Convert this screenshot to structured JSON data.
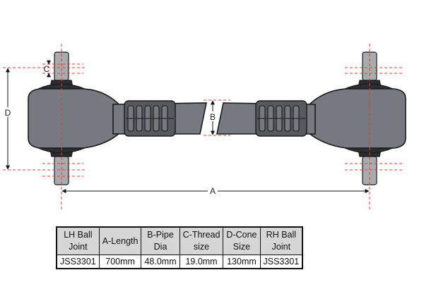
{
  "dimension_labels": {
    "a": "A",
    "b": "B",
    "c": "C",
    "d": "D"
  },
  "colors": {
    "body_fill": "#76797f",
    "dark_fill": "#2b2d31",
    "pin_fill": "#a9abae",
    "grip_fill": "#56595e",
    "outline": "#1a1a1a",
    "dash_red": "#e83a3a",
    "table_header": "#d6d6d6"
  },
  "table": {
    "headers": [
      [
        "LH Ball",
        "Joint"
      ],
      [
        "A-Length"
      ],
      [
        "B-Pipe",
        "Dia"
      ],
      [
        "C-Thread",
        "size"
      ],
      [
        "D-Cone",
        "Size"
      ],
      [
        "RH Ball",
        "Joint"
      ]
    ],
    "row": [
      "JSS3301",
      "700mm",
      "48.0mm",
      "19.0mm",
      "130mm",
      "JSS3301"
    ]
  }
}
